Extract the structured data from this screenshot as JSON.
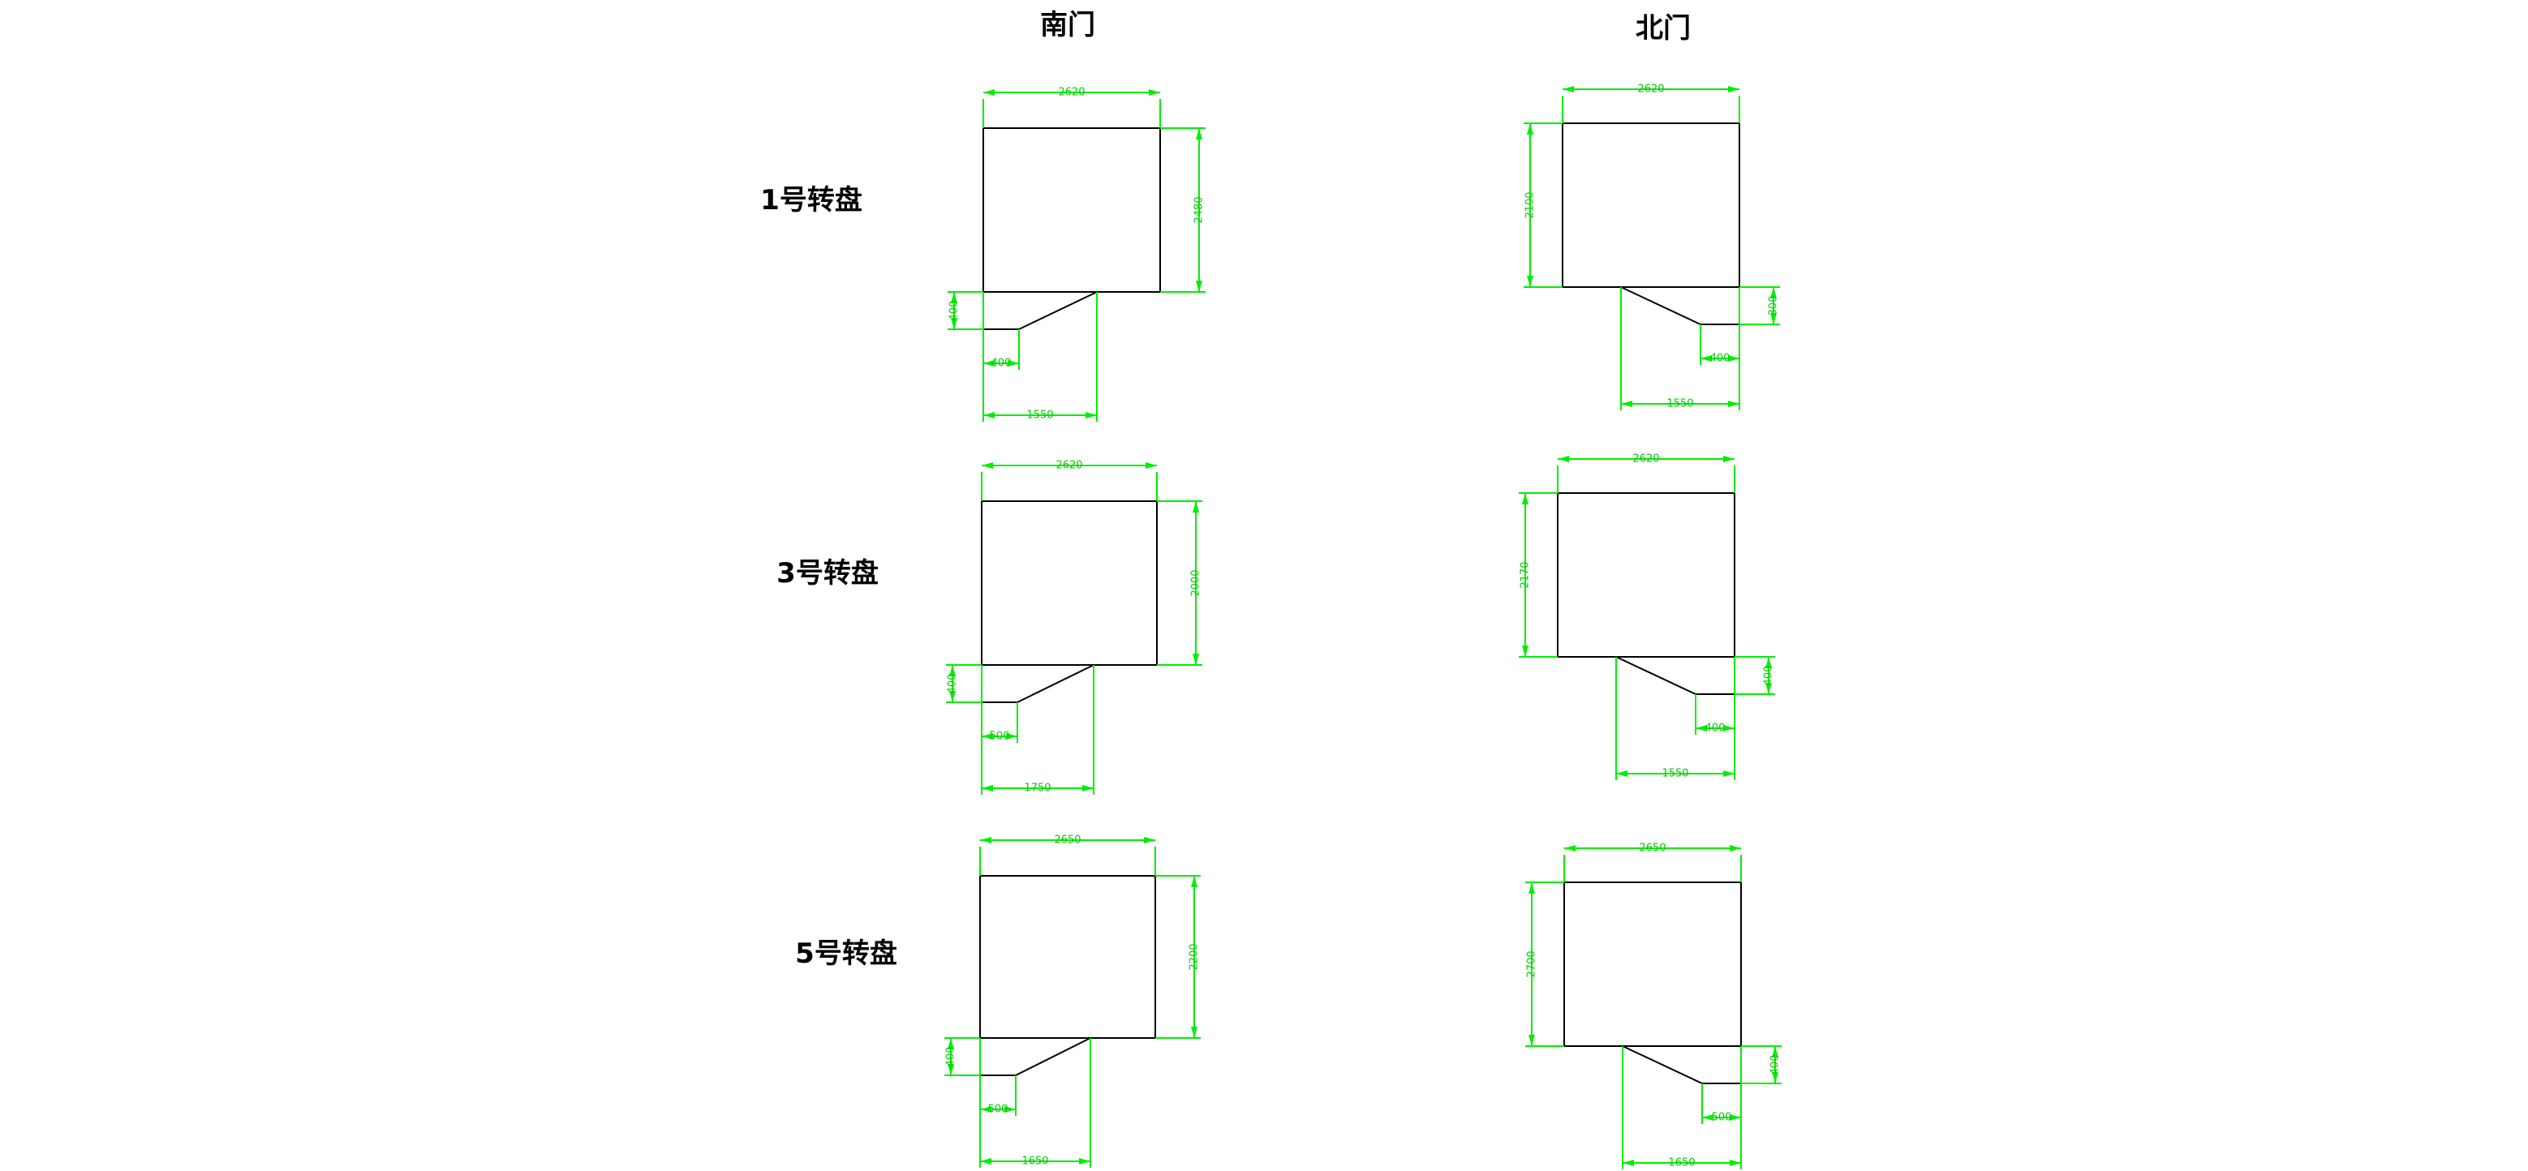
{
  "columns": {
    "south": "南门",
    "north": "北门"
  },
  "rows": [
    {
      "label": "1号转盘",
      "south": {
        "width": "2620",
        "height": "2480",
        "rise": "400",
        "step": "400",
        "base": "1550"
      },
      "north": {
        "width": "2620",
        "height": "2100",
        "rise": "300",
        "step": "400",
        "base": "1550"
      }
    },
    {
      "label": "3号转盘",
      "south": {
        "width": "2620",
        "height": "2000",
        "rise": "400",
        "step": "500",
        "base": "1750"
      },
      "north": {
        "width": "2620",
        "height": "2170",
        "rise": "400",
        "step": "400",
        "base": "1550"
      }
    },
    {
      "label": "5号转盘",
      "south": {
        "width": "2650",
        "height": "2200",
        "rise": "400",
        "step": "500",
        "base": "1650"
      },
      "north": {
        "width": "2650",
        "height": "2700",
        "rise": "400",
        "step": "500",
        "base": "1650"
      }
    }
  ],
  "colors": {
    "dimension": "#00ee00",
    "outline": "#000000"
  }
}
